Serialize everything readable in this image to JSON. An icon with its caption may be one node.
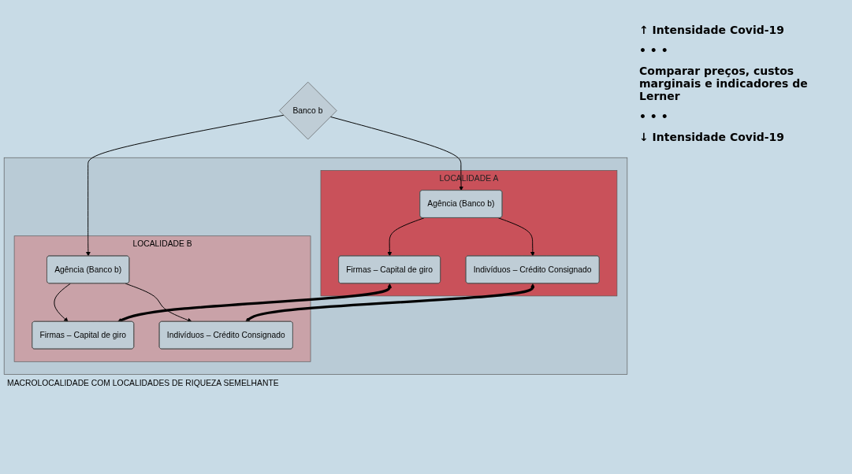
{
  "diagram": {
    "nodes": [
      {
        "text": [
          "MACROLOCALIDADE COM LOCALIDADES DE RIQUEZA SEMELHANTE"
        ]
      },
      {
        "text": [
          "LOCALIDADE A"
        ],
        "in": 0
      },
      {
        "text": [
          "Agência (Banco b)"
        ],
        "in": 1
      },
      {
        "text": [
          "Firmas – Capital de giro"
        ],
        "in": 1
      },
      {
        "text": [
          "Indivíduos – Crédito Consignado"
        ],
        "in": 1
      },
      {
        "text": [
          "LOCALIDADE B"
        ],
        "in": 0
      },
      {
        "text": [
          "Firmas – Capital de giro"
        ],
        "in": 5
      },
      {
        "text": [
          "Indivíduos – Crédito Consignado"
        ],
        "in": 5
      },
      {
        "text": [
          "Agência (Banco b)"
        ],
        "in": 5
      },
      {
        "text": [
          "Banco b"
        ]
      }
    ],
    "edges": [
      {
        "from": 9,
        "to": 2,
        "arrow": "to"
      },
      {
        "from": 9,
        "to": 8,
        "arrow": "to"
      },
      {
        "from": 2,
        "to": 3,
        "arrow": "to"
      },
      {
        "from": 2,
        "to": 4,
        "arrow": "to"
      },
      {
        "from": 8,
        "to": 6,
        "arrow": "to"
      },
      {
        "from": 8,
        "to": 7,
        "arrow": "to"
      },
      {
        "from": 3,
        "to": 6,
        "arrow": "both",
        "style": "thick"
      },
      {
        "from": 4,
        "to": 7,
        "arrow": "both",
        "style": "thick"
      }
    ],
    "labels": [
      "↑ Intensidade Covid-19",
      "• • •",
      "Comparar preços, custos marginais e indicadores de Lerner",
      "• • •",
      "↓ Intensidade Covid-19"
    ]
  }
}
